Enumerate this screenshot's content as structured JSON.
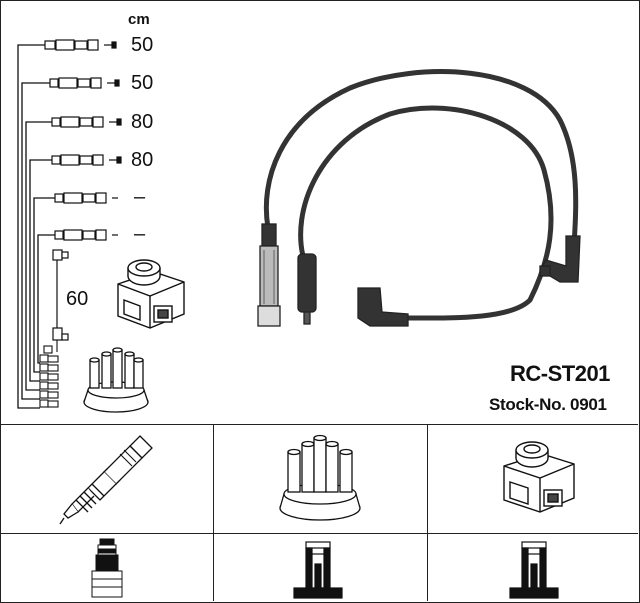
{
  "diagram": {
    "unit_label": "cm",
    "lengths": [
      "50",
      "50",
      "80",
      "80",
      "–",
      "–",
      "60"
    ],
    "model": "RC-ST201",
    "stock_no": "Stock-No. 0901"
  },
  "components": {
    "icons": [
      "spark-plug-icon",
      "distributor-cap-icon",
      "ignition-coil-icon",
      "plug-connector-icon",
      "cap-terminal-icon",
      "coil-terminal-icon"
    ]
  }
}
